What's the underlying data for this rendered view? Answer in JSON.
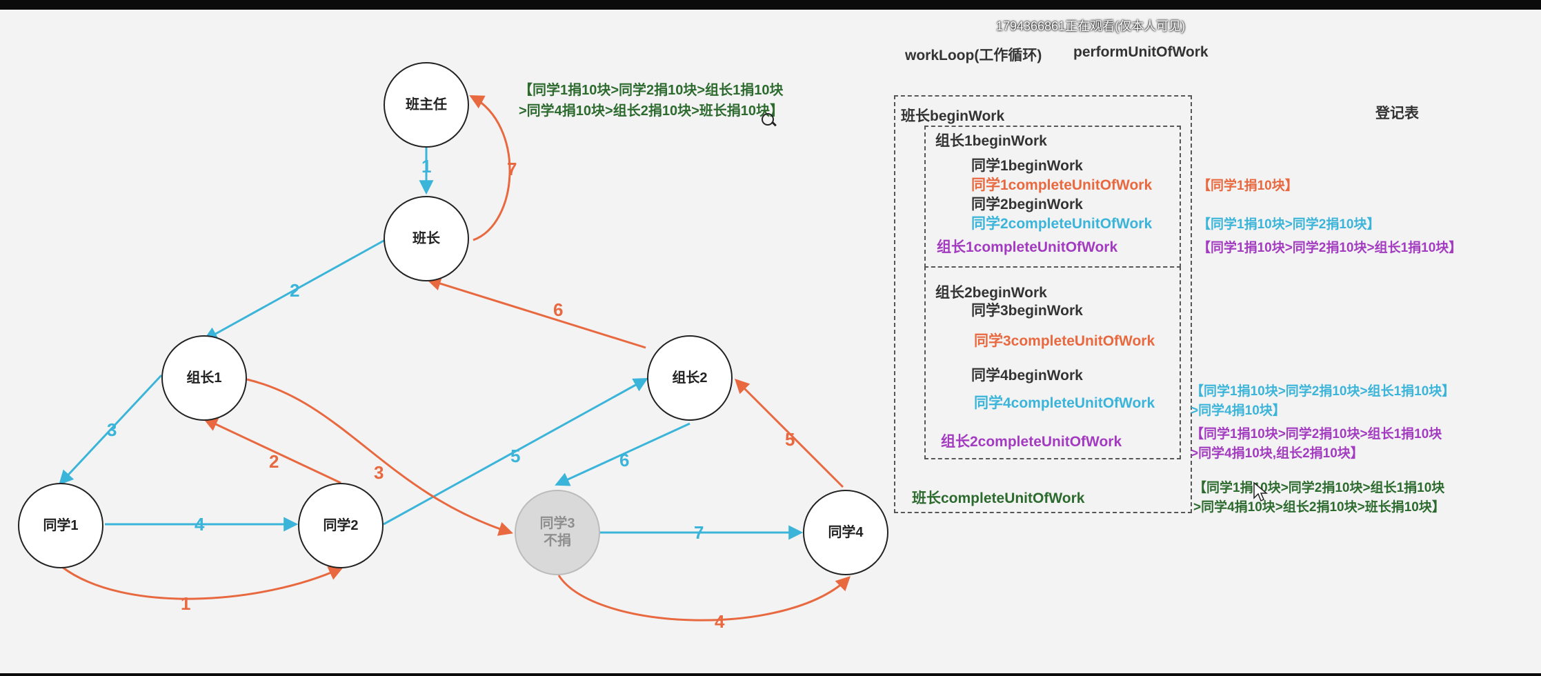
{
  "colors": {
    "red": "#e8683f",
    "blue": "#3bb4d9",
    "purple": "#a33bc0",
    "green": "#2c6a2e",
    "black": "#333333"
  },
  "watermark": "1794366861正在观看(仅本人可见)",
  "header": {
    "work_loop": "workLoop(工作循环)",
    "perform": "performUnitOfWork",
    "register": "登记表"
  },
  "top_note": {
    "line1": "【同学1捐10块>同学2捐10块>组长1捐10块",
    "line2": ">同学4捐10块>组长2捐10块>班长捐10块】"
  },
  "nodes": {
    "teacher": "班主任",
    "monitor": "班长",
    "leader1": "组长1",
    "leader2": "组长2",
    "s1": "同学1",
    "s2": "同学2",
    "s3": "同学3",
    "s3_sub": "不捐",
    "s4": "同学4"
  },
  "edge_labels": {
    "blue": [
      "1",
      "2",
      "3",
      "4",
      "5",
      "6",
      "7"
    ],
    "red": [
      "7",
      "6",
      "2",
      "3",
      "1",
      "5",
      "4"
    ]
  },
  "steps": {
    "monitor_begin": "班长beginWork",
    "leader1_begin": "组长1beginWork",
    "s1_begin": "同学1beginWork",
    "s1_complete": "同学1completeUnitOfWork",
    "s2_begin": "同学2beginWork",
    "s2_complete": "同学2completeUnitOfWork",
    "leader1_complete": "组长1completeUnitOfWork",
    "leader2_begin": "组长2beginWork",
    "s3_begin": "同学3beginWork",
    "s3_complete": "同学3completeUnitOfWork",
    "s4_begin": "同学4beginWork",
    "s4_complete": "同学4completeUnitOfWork",
    "leader2_complete": "组长2completeUnitOfWork",
    "monitor_complete": "班长completeUnitOfWork"
  },
  "records": {
    "r1": "【同学1捐10块】",
    "r2": "【同学1捐10块>同学2捐10块】",
    "r3": "【同学1捐10块>同学2捐10块>组长1捐10块】",
    "r4a": "【同学1捐10块>同学2捐10块>组长1捐10块】",
    "r4b": ">同学4捐10块】",
    "r5a": "【同学1捐10块>同学2捐10块>组长1捐10块",
    "r5b": ">同学4捐10块,组长2捐10块】",
    "r6a": "【同学1捐10块>同学2捐10块>组长1捐10块",
    "r6b": ">同学4捐10块>组长2捐10块>班长捐10块】"
  }
}
